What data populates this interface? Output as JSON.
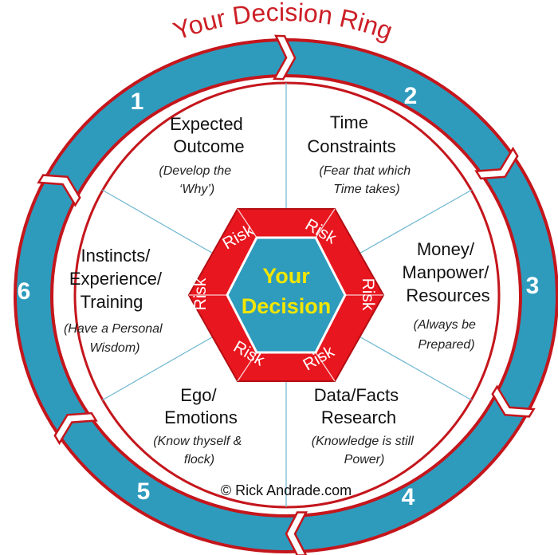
{
  "title": "Your Decision Ring",
  "center": {
    "line1": "Your",
    "line2": "Decision"
  },
  "risk_label": "Risk",
  "copyright": "© Rick Andrade.com",
  "colors": {
    "ring": "#2e9bbd",
    "ring_border": "#c4161c",
    "hexagon": "#e8161e",
    "center_fill": "#2f9bbd",
    "center_text": "#f2e600",
    "title": "#cc1f26"
  },
  "steps": [
    {
      "number": "1",
      "title_lines": [
        "Expected",
        "Outcome"
      ],
      "sub_lines": [
        "(Develop the",
        "‘Why’)"
      ]
    },
    {
      "number": "2",
      "title_lines": [
        "Time",
        "Constraints"
      ],
      "sub_lines": [
        "(Fear that which",
        "Time takes)"
      ]
    },
    {
      "number": "3",
      "title_lines": [
        "Money/",
        "Manpower/",
        "Resources"
      ],
      "sub_lines": [
        "(Always be",
        "Prepared)"
      ]
    },
    {
      "number": "4",
      "title_lines": [
        "Data/Facts",
        "Research"
      ],
      "sub_lines": [
        "(Knowledge is still",
        "Power)"
      ]
    },
    {
      "number": "5",
      "title_lines": [
        "Ego/",
        "Emotions"
      ],
      "sub_lines": [
        "(Know thyself &",
        "flock)"
      ]
    },
    {
      "number": "6",
      "title_lines": [
        "Instincts/",
        "Experience/",
        "Training"
      ],
      "sub_lines": [
        "(Have a Personal",
        "Wisdom)"
      ]
    }
  ]
}
